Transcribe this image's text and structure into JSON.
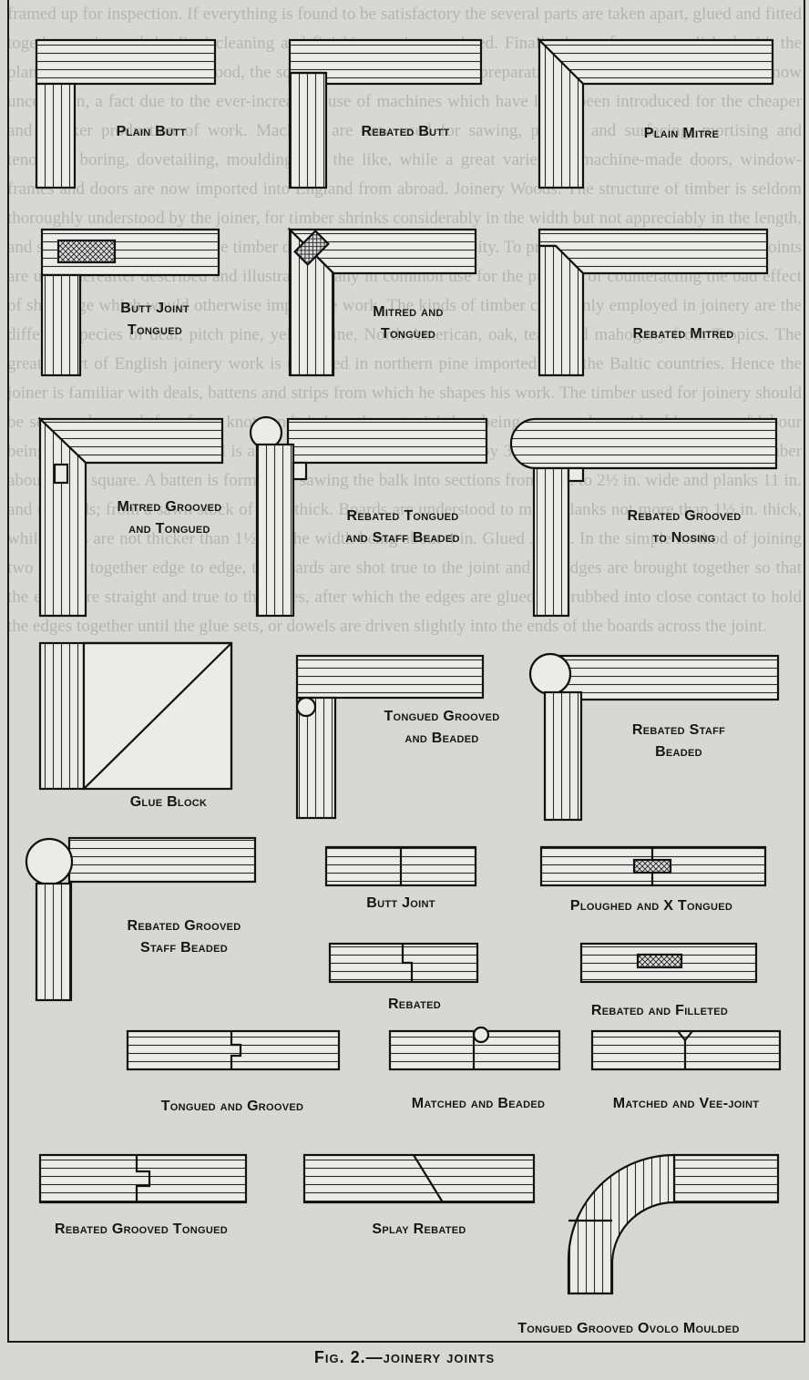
{
  "background_text": "framed up for inspection. If everything is found to be satisfactory the several parts are taken apart, glued and fitted together again, and the final cleaning and finishing up is completed. Finally the surfaces are polished with the plane or, in the case of hardwood, the scraper and glass-paper. The preparation of joinery entirely by hand is now uncommon, a fact due to the ever-increasing use of machines which have lately been introduced for the cheaper and quicker production of work. Machines are now used for sawing, planing and surfacing, mortising and tenoning, boring, dovetailing, moulding and the like, while a great variety of machine-made doors, window-frames and doors are now imported into England from abroad. Joinery Woods. The structure of timber is seldom thoroughly understood by the joiner, for timber shrinks considerably in the width but not appreciably in the length, and sectional shape alters as the timber dries out and absorbs humidity. To provide for these changes various joints are used, hereafter described and illustrated, many in common use for the purpose of counteracting the bad effect of shrinkage which would otherwise impair the work. The kinds of timber commonly employed in joinery are the different species of deal, pitch pine, yellow pine, North American, oak, teak, and mahogany from Tropics. The greater part of English joinery work is executed in northern pine imported from the Baltic countries. Hence the joiner is familiar with deals, battens and strips from which he shapes his work. The timber used for joinery should be seasoned, sound, free from knots and shakes, the material thus being sawn and considerable waste of labour being saved in this way. A deal is a sawn plank of section 9 inches by 3 inches, and is sawn from a log of timber about 11 ft. square. A batten is formed by sawing the balk into sections from 7 in. to 2½ in. wide and planks 11 in. and upwards; from a sawn stock of 3 in. thick. Boards are understood to mean planks not more than 1½ in. thick, while strips are not thicker than 1½ in., the width being about 4 in. Glued Joints. In the simple method of joining two boards together edge to edge, the boards are shot true to the joint and the edges are brought together so that the edges are straight and true to the faces, after which the edges are glued and rubbed into close contact to hold the edges together until the glue sets, or dowels are driven slightly into the ends of the boards across the joint.",
  "caption": "Fig. 2.—joinery joints",
  "labels": {
    "plain_butt": "Plain Butt",
    "rebated_butt": "Rebated Butt",
    "plain_mitre": "Plain Mitre",
    "butt_joint_tongued": [
      "Butt Joint",
      "Tongued"
    ],
    "mitred_and_tongued": [
      "Mitred and",
      "Tongued"
    ],
    "rebated_mitred": "Rebated Mitred",
    "mitred_grooved_tongued": [
      "Mitred Grooved",
      "and Tongued"
    ],
    "rebated_tongued_staff_beaded": [
      "Rebated Tongued",
      "and Staff Beaded"
    ],
    "rebated_grooved_nosing": [
      "Rebated Grooved",
      "to Nosing"
    ],
    "tongued_grooved_beaded": [
      "Tongued Grooved",
      "and Beaded"
    ],
    "rebated_staff_beaded": [
      "Rebated Staff",
      "Beaded"
    ],
    "glue_block": "Glue Block",
    "rebated_grooved_staff_beaded": [
      "Rebated Grooved",
      "Staff Beaded"
    ],
    "butt_joint": "Butt Joint",
    "ploughed_x_tongued": "Ploughed and X Tongued",
    "rebated": "Rebated",
    "rebated_filleted": "Rebated and Filleted",
    "tongued_and_grooved": "Tongued and Grooved",
    "matched_and_beaded": "Matched and Beaded",
    "matched_vee_joint": "Matched and Vee-joint",
    "rebated_grooved_tongued": "Rebated Grooved Tongued",
    "splay_rebated": "Splay Rebated",
    "tongued_grooved_ovolo": "Tongued Grooved Ovolo Moulded"
  }
}
